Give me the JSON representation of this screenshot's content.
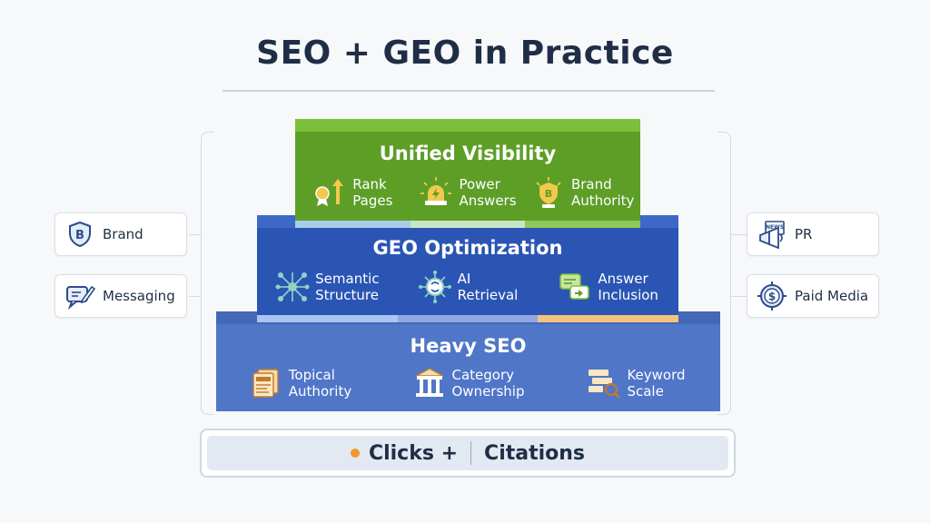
{
  "title": "SEO + GEO in Practice",
  "left_cards": [
    {
      "label": "Brand",
      "icon": "shield-b-icon"
    },
    {
      "label": "Messaging",
      "icon": "chat-pen-icon"
    }
  ],
  "right_cards": [
    {
      "label": "PR",
      "icon": "megaphone-news-icon"
    },
    {
      "label": "Paid Media",
      "icon": "dollar-target-icon"
    }
  ],
  "tiers": [
    {
      "heading": "Unified Visibility",
      "items": [
        {
          "line1": "Rank",
          "line2": "Pages",
          "icon": "medal-arrow-icon"
        },
        {
          "line1": "Power",
          "line2": "Answers",
          "icon": "lightning-bulb-icon"
        },
        {
          "line1": "Brand",
          "line2": "Authority",
          "icon": "badge-icon"
        }
      ]
    },
    {
      "heading": "GEO Optimization",
      "items": [
        {
          "line1": "Semantic",
          "line2": "Structure",
          "icon": "network-icon"
        },
        {
          "line1": "AI",
          "line2": "Retrieval",
          "icon": "brain-icon"
        },
        {
          "line1": "Answer",
          "line2": "Inclusion",
          "icon": "chat-icon"
        }
      ]
    },
    {
      "heading": "Heavy SEO",
      "items": [
        {
          "line1": "Topical",
          "line2": "Authority",
          "icon": "documents-icon"
        },
        {
          "line1": "Category",
          "line2": "Ownership",
          "icon": "pillar-icon"
        },
        {
          "line1": "Keyword",
          "line2": "Scale",
          "icon": "keyword-search-icon"
        }
      ]
    }
  ],
  "bottom": {
    "left": "Clicks +",
    "right": "Citations"
  },
  "colors": {
    "title": "#1f2e46",
    "tier1": "#5d9e27",
    "tier2": "#2b55b4",
    "tier3": "#5076c8",
    "accent_dot": "#f0962e"
  }
}
